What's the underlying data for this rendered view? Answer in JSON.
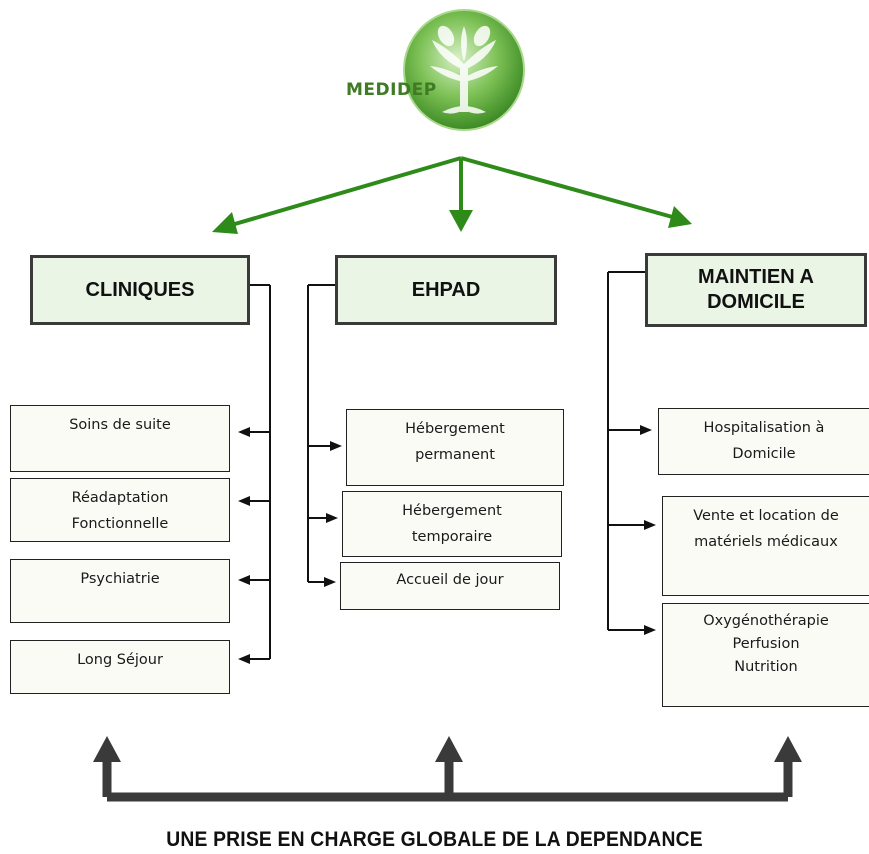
{
  "logo": {
    "text": "MEDIDEP"
  },
  "categories": [
    {
      "title": "CLINIQUES",
      "items": [
        "Soins de suite",
        "Réadaptation\nFonctionnelle",
        "Psychiatrie",
        "Long Séjour"
      ]
    },
    {
      "title": "EHPAD",
      "items": [
        "Hébergement\npermanent",
        "Hébergement\ntemporaire",
        "Accueil de jour"
      ]
    },
    {
      "title": "MAINTIEN A\nDOMICILE",
      "items": [
        "Hospitalisation à\nDomicile",
        "Vente et location de\nmatériels médicaux",
        "Oxygénothérapie\nPerfusion\nNutrition"
      ]
    }
  ],
  "tagline": "UNE PRISE EN CHARGE GLOBALE DE LA DEPENDANCE",
  "colors": {
    "green_arrows": "#2e8b1a",
    "dark_connectors": "#3a3a3a",
    "header_fill": "#eaf5e6",
    "logo_green": "#5aa83a"
  }
}
